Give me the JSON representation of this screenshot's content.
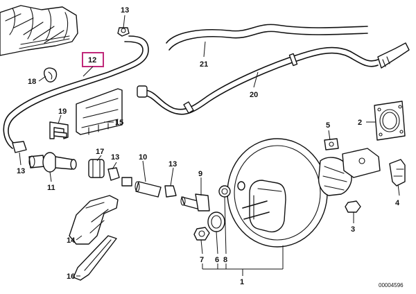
{
  "diagram": {
    "highlighted_part": "12",
    "document_number": "00004596",
    "callouts": {
      "p1": "1",
      "p2": "2",
      "p3": "3",
      "p4": "4",
      "p5": "5",
      "p6": "6",
      "p7": "7",
      "p8": "8",
      "p9": "9",
      "p10": "10",
      "p11": "11",
      "p12": "12",
      "p13a": "13",
      "p13b": "13",
      "p13c": "13",
      "p13d": "13",
      "p14": "14",
      "p15": "15",
      "p16": "16",
      "p17": "17",
      "p18": "18",
      "p19": "19",
      "p20": "20",
      "p21": "21"
    },
    "colors": {
      "highlight": "#c0287a",
      "ink": "#111111"
    }
  }
}
